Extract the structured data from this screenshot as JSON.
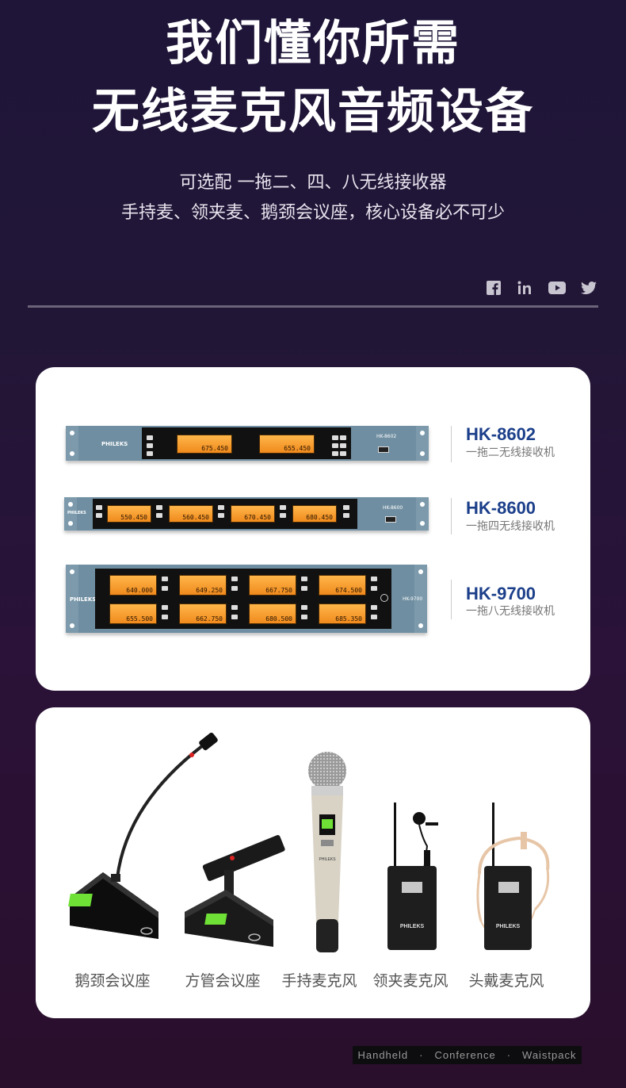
{
  "hero": {
    "title_line1": "我们懂你所需",
    "title_line2": "无线麦克风音频设备",
    "subtitle_line1": "可选配 一拖二、四、八无线接收器",
    "subtitle_line2": "手持麦、领夹麦、鹅颈会议座，核心设备必不可少"
  },
  "social": [
    "facebook-icon",
    "linkedin-icon",
    "youtube-icon",
    "twitter-icon"
  ],
  "receivers": [
    {
      "model": "HK-8602",
      "desc": "一拖二无线接收机",
      "panel_model": "HK-8602",
      "brand": "PHILEKS",
      "lcd": [
        "675.450",
        "655.450"
      ]
    },
    {
      "model": "HK-8600",
      "desc": "一拖四无线接收机",
      "panel_model": "HK-8600",
      "brand": "PHILEKS",
      "lcd": [
        "550.450",
        "560.450",
        "670.450",
        "680.450"
      ]
    },
    {
      "model": "HK-9700",
      "desc": "一拖八无线接收机",
      "panel_model": "HK-9700",
      "brand": "PHILEKS",
      "lcd": [
        "640.000",
        "649.250",
        "667.750",
        "674.500",
        "655.500",
        "662.750",
        "680.500",
        "685.350"
      ]
    }
  ],
  "products": [
    {
      "caption": "鹅颈会议座"
    },
    {
      "caption": "方管会议座"
    },
    {
      "caption": "手持麦克风"
    },
    {
      "caption": "领夹麦克风"
    },
    {
      "caption": "头戴麦克风"
    }
  ],
  "device_brand": "PHILEKS",
  "tags": [
    "Handheld",
    "·",
    "Conference",
    "·",
    "Waistpack"
  ],
  "colors": {
    "model_blue": "#1b3f8a",
    "lcd_orange": "#f59a2a",
    "rack_blue": "#6f8ea1"
  }
}
